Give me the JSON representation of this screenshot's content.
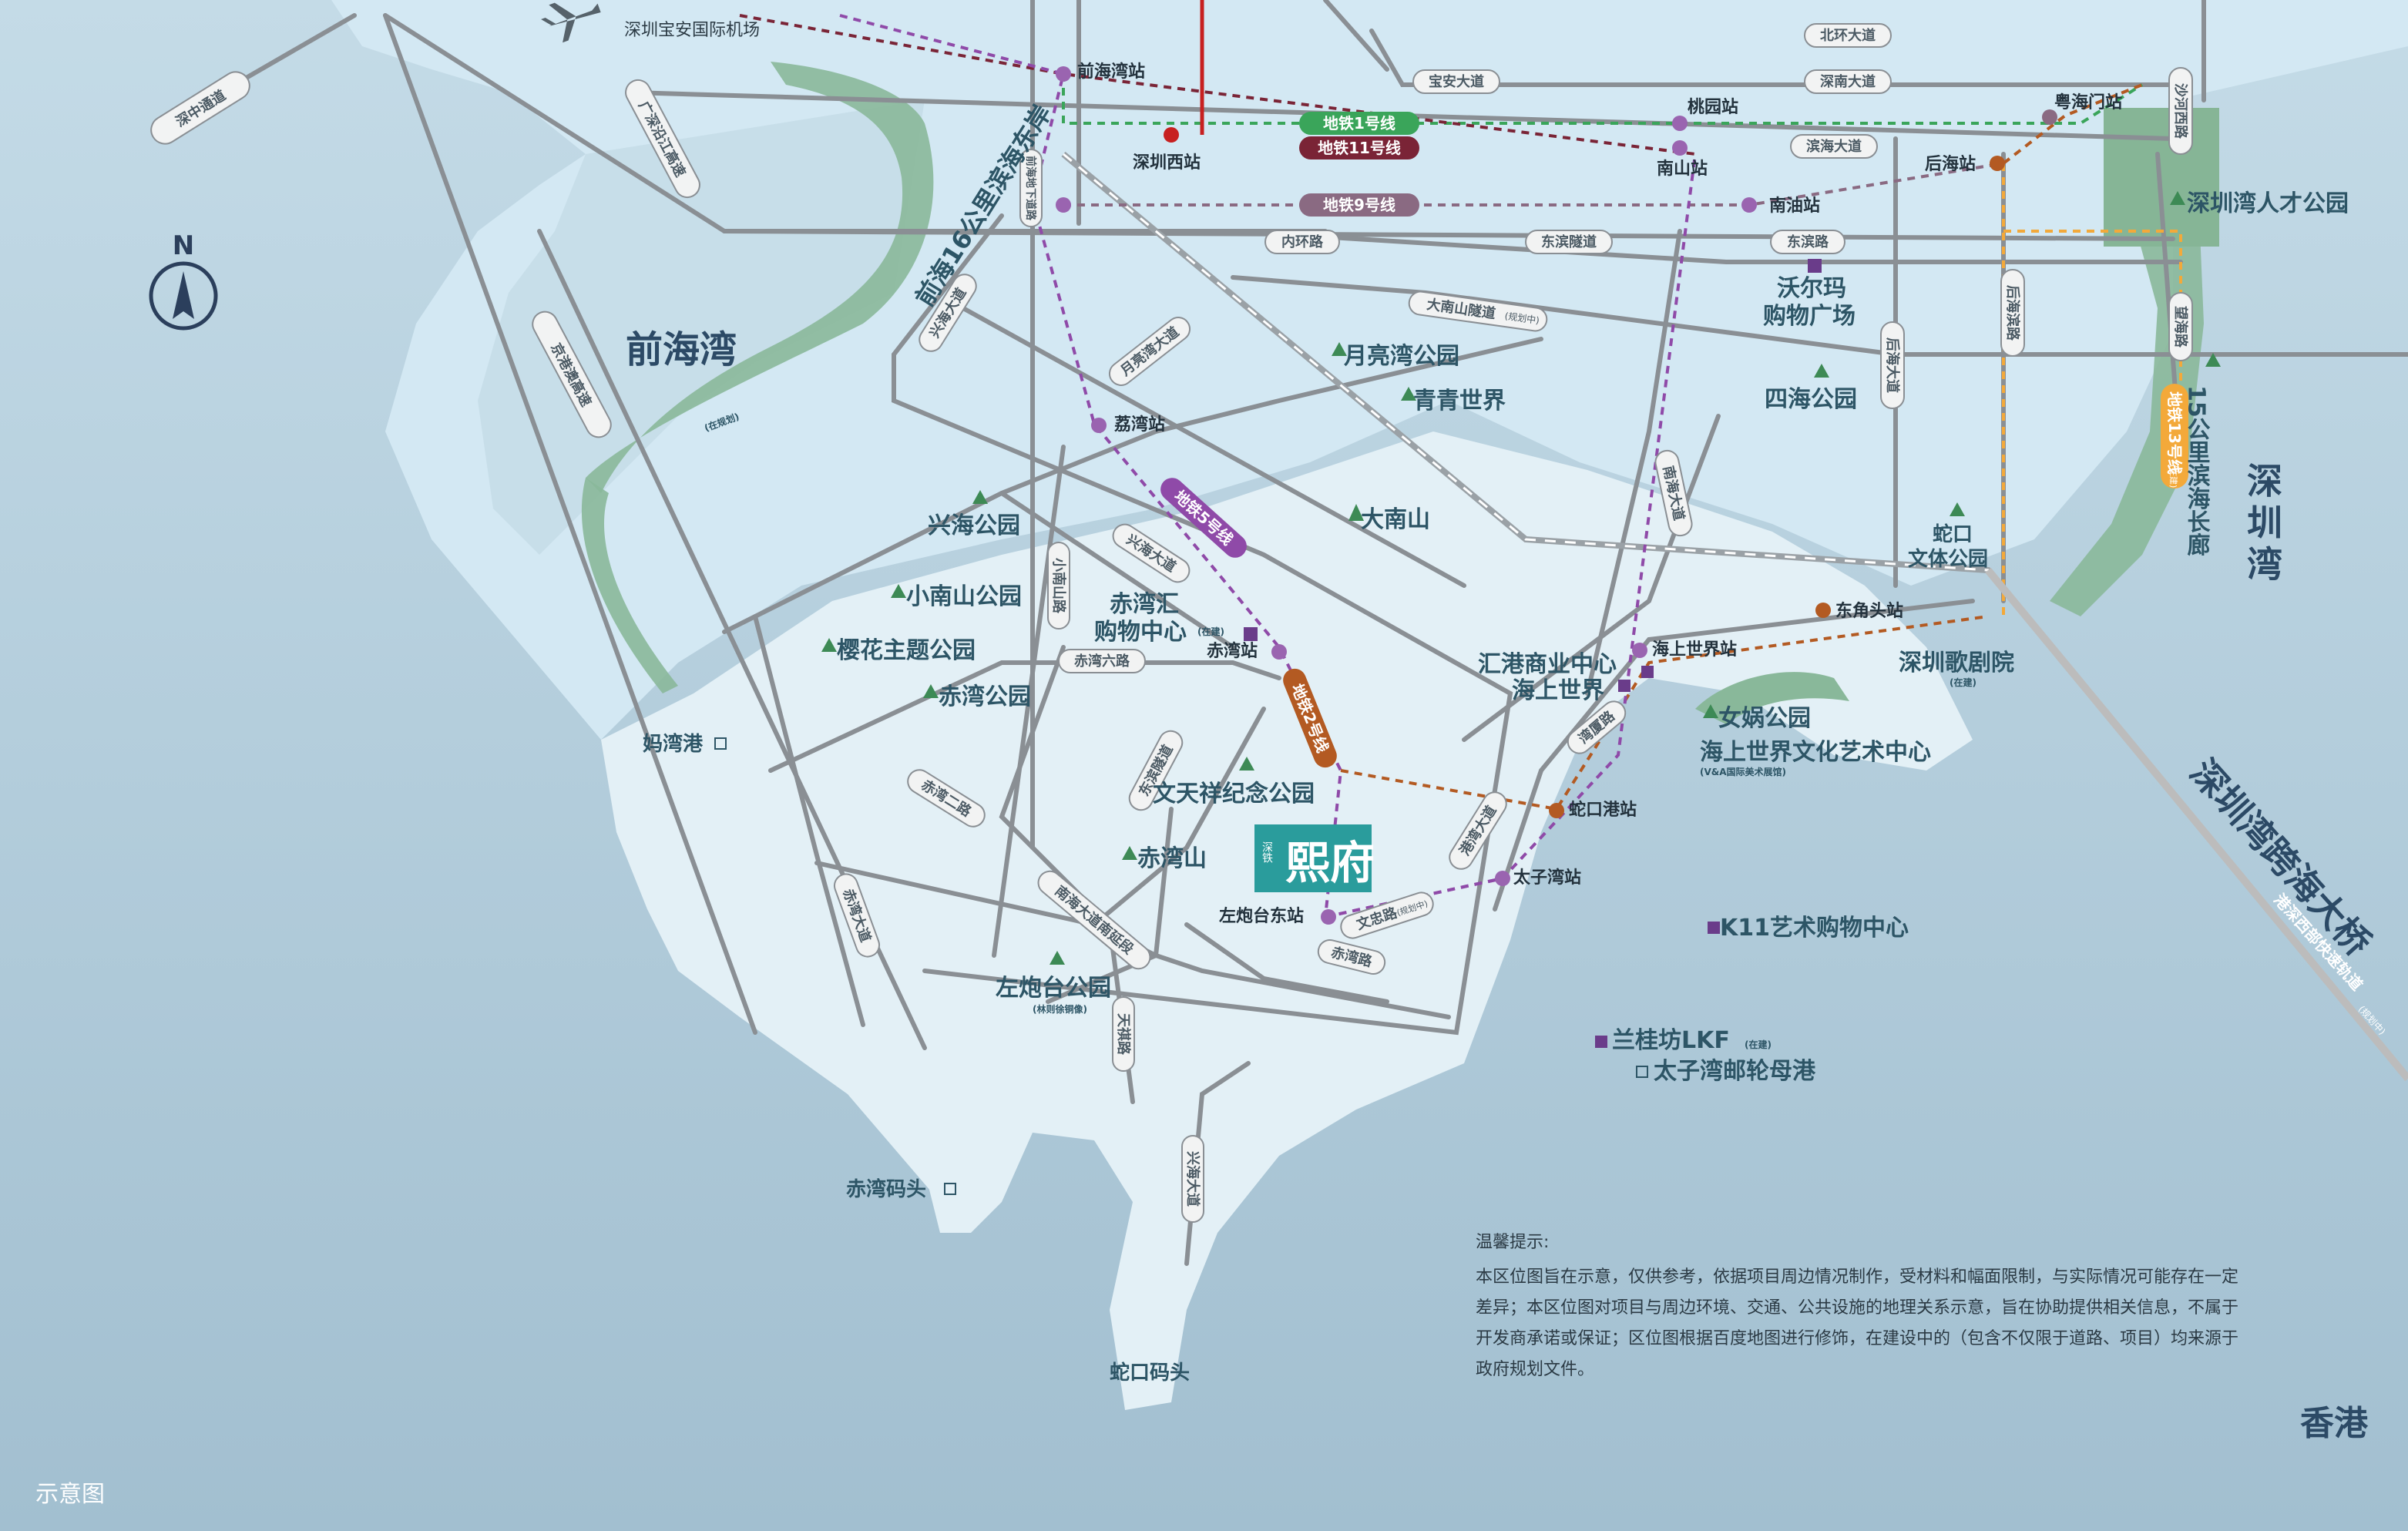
{
  "colors": {
    "sea_outer": "#a9c6d6",
    "sea_bay": "#b9d5e4",
    "land_reclaimed": "#d2e8f3",
    "land_shekou": "#e2f0f6",
    "green_belt": "#89b89a",
    "road": "#8a8f94",
    "metro_1": "#3aa55a",
    "metro_11": "#7a2436",
    "metro_9": "#8a6a82",
    "metro_5": "#8f4aa8",
    "metro_2": "#b35a22",
    "metro_13": "#f3a93a",
    "project_teal": "#2a9c9c"
  },
  "water_labels": {
    "qianhai_bay": "前海湾",
    "shenzhen_bay": "深圳湾",
    "hongkong": "香港",
    "bridge": "深圳湾跨海大桥",
    "bridge_sub": "港深西部快速轨道",
    "bridge_sub_tag": "(规划中)"
  },
  "compass": {
    "letter": "N"
  },
  "airport": {
    "label": "深圳宝安国际机场"
  },
  "roads": {
    "shenzhong": "深中通道",
    "guangshen_coastal": "广深沿江高速",
    "jing_gang_ao": "京港澳高速",
    "qianhai_underground": "前海地下道路",
    "xinghai_north": "兴海大道",
    "yueliangwan": "月亮湾大道",
    "xinghai_mid": "兴海大道",
    "xiaonanshan": "小南山路",
    "chiwan6": "赤湾六路",
    "chiwan2": "赤湾二路",
    "dongbin_tunnel": "东滨隧道",
    "nanhai_south_link": "南海大道南延段",
    "chiwan_ave": "赤湾大道",
    "tianqi": "天祺路",
    "xinghai_south": "兴海大道",
    "wenzhong": "文忠路",
    "wenzhong_tag": "(规划中)",
    "chiwan_rd": "赤湾路",
    "nanhai_ave": "南海大道",
    "wanxia": "湾厦路",
    "gangwan": "港湾大道",
    "houhai_ave": "后海大道",
    "houhai_bin": "后海滨路",
    "wanghai": "望海路",
    "shahexi": "沙河西路",
    "beihuan": "北环大道",
    "baoan": "宝安大道",
    "shennan": "深南大道",
    "binhai": "滨海大道",
    "neihuan": "内环路",
    "dongbin": "东滨隧道",
    "dongbin_rd": "东滨路",
    "danan_tunnel": "大南山隧道",
    "danan_tag": "(规划中)"
  },
  "metro_lines": {
    "line1": "地铁1号线",
    "line11": "地铁11号线",
    "line9": "地铁9号线",
    "line5": "地铁5号线",
    "line2": "地铁2号线",
    "line13": "地铁13号线",
    "line13_tag": "(在建)"
  },
  "stations": {
    "qianhaiwan": "前海湾站",
    "shenzhenxi": "深圳西站",
    "taoyuan": "桃园站",
    "nanshan": "南山站",
    "nanyou": "南油站",
    "houhai": "后海站",
    "yuehaimen": "粤海门站",
    "liwan": "荔湾站",
    "chiwan": "赤湾站",
    "zuopaotai_east": "左炮台东站",
    "taiziwan": "太子湾站",
    "shekougang": "蛇口港站",
    "haishangshijie": "海上世界站",
    "dongjiaotou": "东角头站"
  },
  "parks": {
    "yueliangwan": "月亮湾公园",
    "qingqing": "青青世界",
    "dananshan": "大南山",
    "xinghai": "兴海公园",
    "xiaonanshan": "小南山公园",
    "yinghua": "樱花主题公园",
    "chiwan_park": "赤湾公园",
    "wentianxiang": "文天祥纪念公园",
    "chiwanshan": "赤湾山",
    "zuopaotai": "左炮台公园",
    "zuopaotai_tag": "(林则徐铜像)",
    "sihai": "四海公园",
    "shekou_culture": "蛇口\n文体公园",
    "nvwa": "女娲公园",
    "talent_park": "深圳湾人才公园",
    "binhai_corridor": "15公里滨海长廊",
    "qianhai_east": "前海16公里滨海东岸",
    "qianhai_east_tag": "(在规划)"
  },
  "malls": {
    "walmart": "沃尔玛\n购物广场",
    "chiwanhui": "赤湾汇\n购物中心",
    "chiwanhui_tag": "(在建)",
    "huigang": "汇港商业中心",
    "haishang": "海上世界",
    "k11": "K11艺术购物中心",
    "lkf": "兰桂坊LKF",
    "lkf_tag": "(在建)",
    "culture_center": "海上世界文化艺术中心",
    "culture_center_tag": "(V&A国际美术展馆)",
    "opera": "深圳歌剧院",
    "opera_tag": "(在建)"
  },
  "ports": {
    "mawan": "妈湾港",
    "chiwan_pier": "赤湾码头",
    "shekou_pier": "蛇口码头",
    "cruise": "太子湾邮轮母港"
  },
  "project": {
    "small_left": "深铁",
    "name": "熙府"
  },
  "disclaimer": {
    "title": "温馨提示:",
    "body": "本区位图旨在示意，仅供参考，依据项目周边情况制作，受材料和幅面限制，与实际情况可能存在一定差异；本区位图对项目与周边环境、交通、公共设施的地理关系示意，旨在协助提供相关信息，不属于开发商承诺或保证；区位图根据百度地图进行修饰，在建设中的（包含不仅限于道路、项目）均来源于政府规划文件。"
  },
  "diagram_note": "示意图"
}
